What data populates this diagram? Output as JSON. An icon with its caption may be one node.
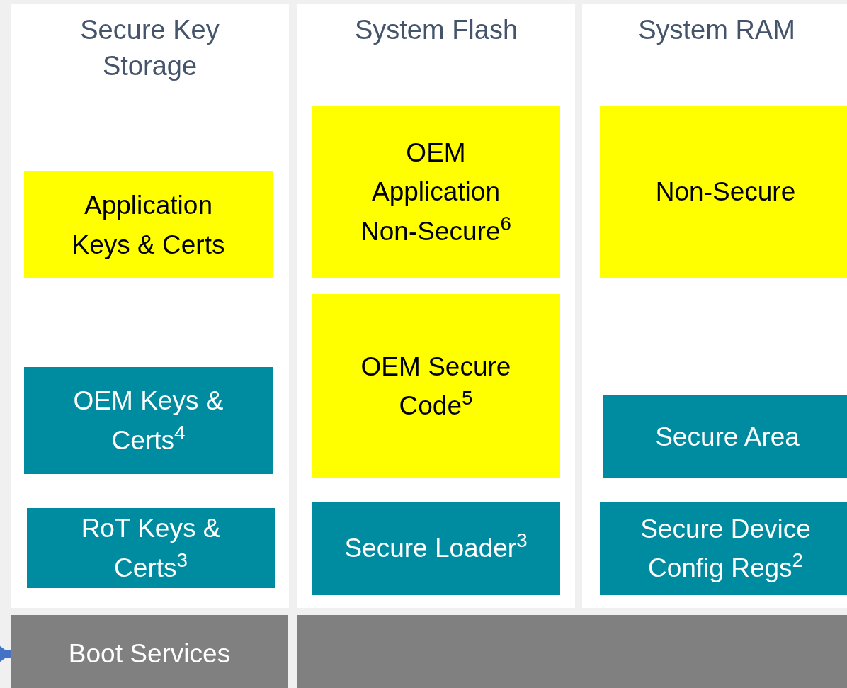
{
  "diagram": {
    "nodes": [
      {
        "text": [
          "Secure Key Storage"
        ]
      },
      {
        "text": [
          "Application Keys & Certs"
        ],
        "in": 0
      },
      {
        "text": [
          "OEM Keys & Certs$^{4}$"
        ],
        "in": 0
      },
      {
        "text": [
          "RoT Keys & Certs$^{3}$"
        ],
        "in": 0
      },
      {
        "text": [
          "System Flash"
        ]
      },
      {
        "text": [
          "OEM Application Non-Secure$^{6}$"
        ],
        "in": 4
      },
      {
        "text": [
          "OEM Secure Code$^{5}$"
        ],
        "in": 4
      },
      {
        "text": [
          "Secure Loader$^{3}$"
        ],
        "in": 4
      },
      {
        "text": [
          "System RAM"
        ]
      },
      {
        "text": [
          "Non-Secure"
        ],
        "in": 8
      },
      {
        "text": [
          "Secure Area"
        ],
        "in": 8
      },
      {
        "text": [
          "Secure Device Config Regs$^{2}$"
        ],
        "in": 8
      },
      {
        "text": [
          "Boot Services"
        ]
      },
      {
        "text": [],
        "shape": "box"
      }
    ],
    "edges": [
      {
        "from": null,
        "to": 12,
        "arrow": "to",
        "color": "#4472c4"
      }
    ]
  }
}
